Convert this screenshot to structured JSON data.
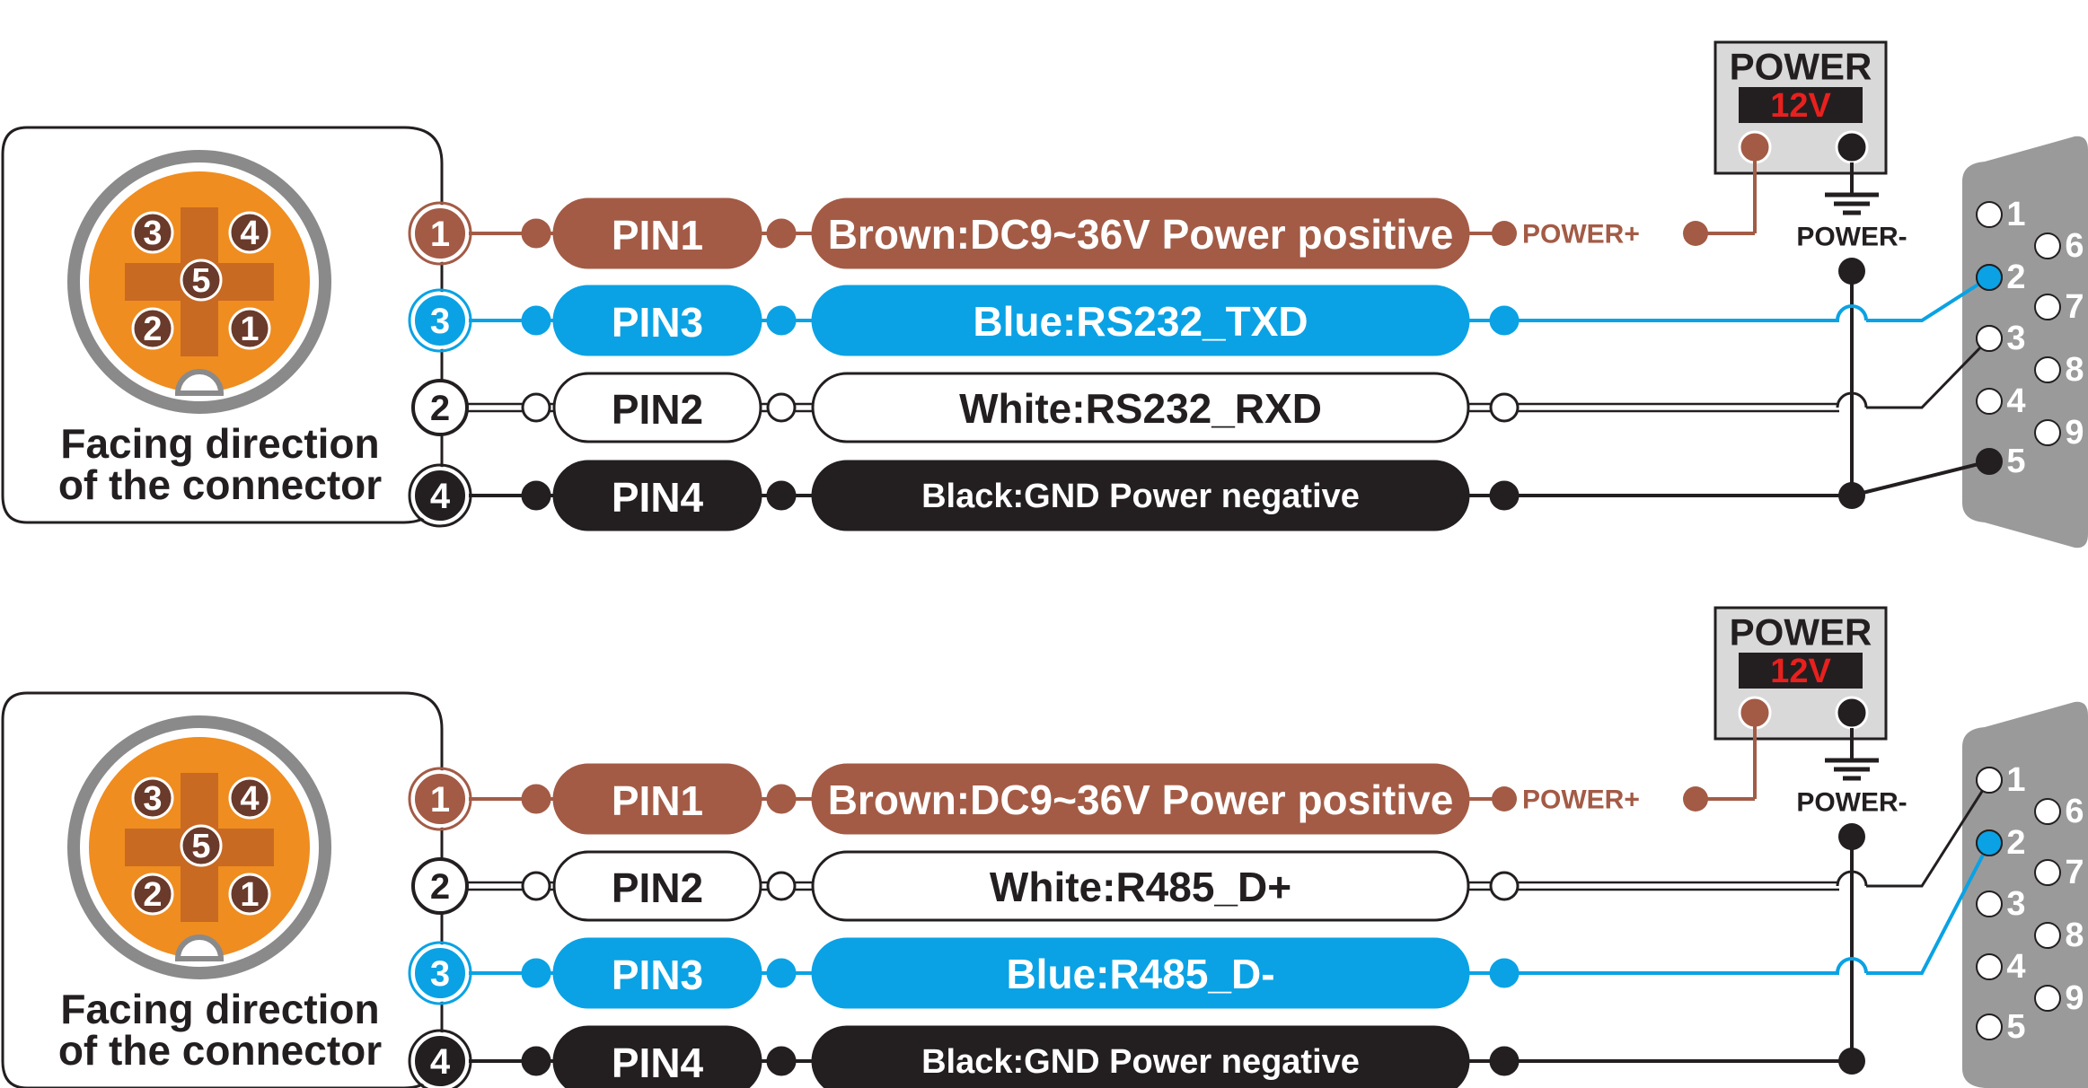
{
  "colors": {
    "brown": "#a35b46",
    "blue": "#0aa2e4",
    "black": "#231f20",
    "white": "#ffffff",
    "orange": "#ef8d20",
    "orange_dark": "#c96a22",
    "gray": "#8a8a8a",
    "panel_gray": "#d9d9d9",
    "red": "#e8201e"
  },
  "sections": [
    {
      "id": "rs232",
      "connector_caption": {
        "line1": "Facing direction",
        "line2": "of the connector"
      },
      "connector_pins": {
        "p3": "3",
        "p4": "4",
        "p5": "5",
        "p2": "2",
        "p1": "1"
      },
      "power": {
        "title": "POWER",
        "voltage": "12V",
        "plus_label": "POWER+",
        "minus_label": "POWER-"
      },
      "wires": [
        {
          "num": "1",
          "pin": "PIN1",
          "desc": "Brown:DC9~36V Power positive",
          "color": "brown"
        },
        {
          "num": "3",
          "pin": "PIN3",
          "desc": "Blue:RS232_TXD",
          "color": "blue"
        },
        {
          "num": "2",
          "pin": "PIN2",
          "desc": "White:RS232_RXD",
          "color": "white"
        },
        {
          "num": "4",
          "pin": "PIN4",
          "desc": "Black:GND Power negative",
          "color": "black"
        }
      ],
      "db9": {
        "left": [
          "1",
          "2",
          "3",
          "4",
          "5"
        ],
        "right": [
          "6",
          "7",
          "8",
          "9"
        ]
      }
    },
    {
      "id": "rs485",
      "connector_caption": {
        "line1": "Facing direction",
        "line2": "of the connector"
      },
      "connector_pins": {
        "p3": "3",
        "p4": "4",
        "p5": "5",
        "p2": "2",
        "p1": "1"
      },
      "power": {
        "title": "POWER",
        "voltage": "12V",
        "plus_label": "POWER+",
        "minus_label": "POWER-"
      },
      "wires": [
        {
          "num": "1",
          "pin": "PIN1",
          "desc": "Brown:DC9~36V Power positive",
          "color": "brown"
        },
        {
          "num": "2",
          "pin": "PIN2",
          "desc": "White:R485_D+",
          "color": "white"
        },
        {
          "num": "3",
          "pin": "PIN3",
          "desc": "Blue:R485_D-",
          "color": "blue"
        },
        {
          "num": "4",
          "pin": "PIN4",
          "desc": "Black:GND Power negative",
          "color": "black"
        }
      ],
      "db9": {
        "left": [
          "1",
          "2",
          "3",
          "4",
          "5"
        ],
        "right": [
          "6",
          "7",
          "8",
          "9"
        ]
      }
    }
  ]
}
